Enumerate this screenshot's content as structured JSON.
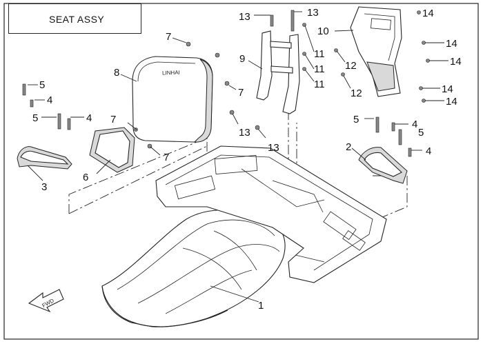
{
  "header": {
    "title": "SEAT ASSY"
  },
  "icons": {
    "front_arrow": "fwd-arrow-icon"
  },
  "front_arrow_label": "FWD",
  "backrest_logo": "LINHAI",
  "callouts": [
    "1",
    "2",
    "3",
    "4",
    "4",
    "4",
    "4",
    "5",
    "5",
    "5",
    "5",
    "6",
    "7",
    "7",
    "7",
    "7",
    "8",
    "9",
    "10",
    "11",
    "11",
    "11",
    "12",
    "12",
    "13",
    "13",
    "13",
    "13",
    "14",
    "14",
    "14",
    "14",
    "14"
  ]
}
